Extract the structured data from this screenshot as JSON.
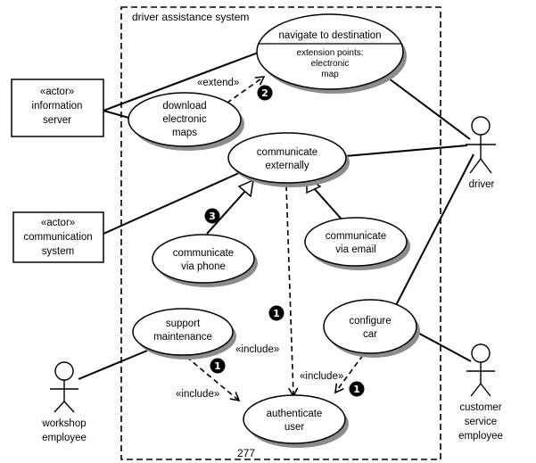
{
  "system": {
    "label": "driver assistance system"
  },
  "use_cases": {
    "navigate": {
      "label": "navigate to destination",
      "ext_lines": [
        "extension points:",
        "electronic",
        "map"
      ]
    },
    "download": {
      "lines": [
        "download",
        "electronic",
        "maps"
      ]
    },
    "communicate": {
      "lines": [
        "communicate",
        "externally"
      ]
    },
    "phone": {
      "lines": [
        "communicate",
        "via phone"
      ]
    },
    "email": {
      "lines": [
        "communicate",
        "via email"
      ]
    },
    "support": {
      "lines": [
        "support",
        "maintenance"
      ]
    },
    "configure": {
      "lines": [
        "configure",
        "car"
      ]
    },
    "authenticate": {
      "lines": [
        "authenticate",
        "user"
      ]
    }
  },
  "actors": {
    "info_server": {
      "lines": [
        "«actor»",
        "information",
        "server"
      ]
    },
    "comm_system": {
      "lines": [
        "«actor»",
        "communication",
        "system"
      ]
    },
    "driver": {
      "lines": [
        "driver"
      ]
    },
    "workshop": {
      "lines": [
        "workshop",
        "employee"
      ]
    },
    "customer_service": {
      "lines": [
        "customer",
        "service",
        "employee"
      ]
    }
  },
  "relations": {
    "extend": "«extend»",
    "include_support": "«include»",
    "include_mid": "«include»",
    "include_configure": "«include»"
  },
  "markers": {
    "m1": "1",
    "m2": "2",
    "m3": "3"
  },
  "page_number": "277"
}
